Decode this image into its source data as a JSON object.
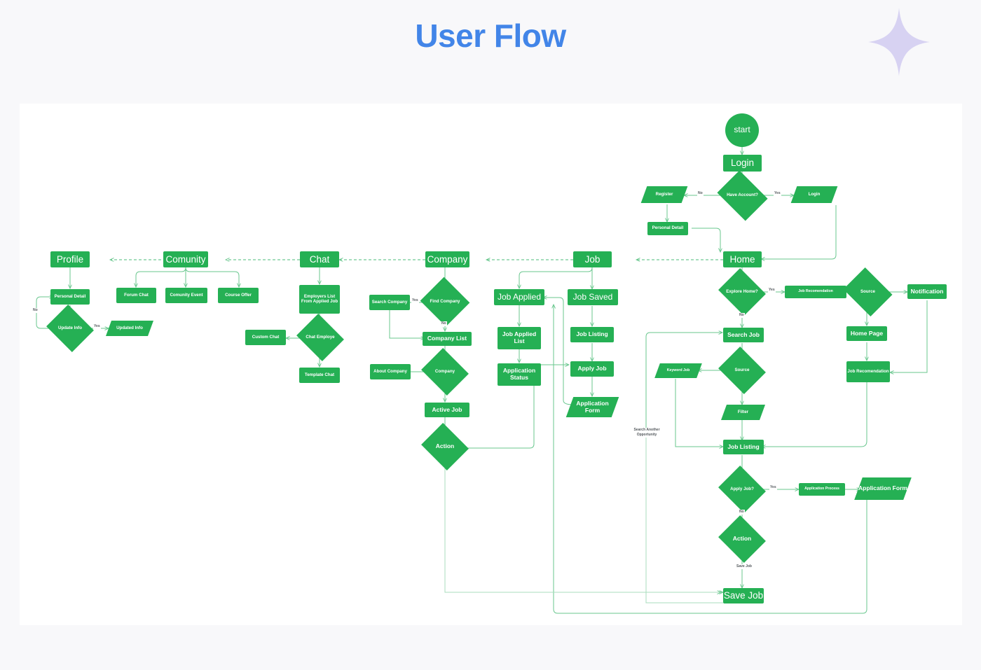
{
  "header": {
    "title": "User Flow",
    "title_color": "#4285e8",
    "sparkle_color": "#d7d2f2",
    "sparkle_icon": "four-point-star-icon"
  },
  "theme": {
    "node_fill": "#25b054",
    "node_text": "#ffffff",
    "edge_color": "#69c78e",
    "edge_label_color": "#555a5e",
    "canvas_bg": "#ffffff",
    "page_bg": "#f8f8fa"
  },
  "diagram": {
    "type": "flowchart",
    "title": "User Flow",
    "top_level": [
      "Profile",
      "Comunity",
      "Chat",
      "Company",
      "Job",
      "Home"
    ],
    "nodes": {
      "start": "start",
      "login_box": "Login",
      "have_account": "Have Account?",
      "register": "Register",
      "login_alt": "Login",
      "personal_detail_top": "Personal Detail",
      "home": "Home",
      "profile": "Profile",
      "personal_detail": "Personal Detail",
      "update_info": "Update Info",
      "updated_info": "Updated Info",
      "comunity": "Comunity",
      "forum_chat": "Forum Chat",
      "comunity_event": "Comunity Event",
      "course_offer": "Course Offer",
      "chat": "Chat",
      "employers_list": "Employers List From Applied Job",
      "chat_employe": "Chat Employe",
      "custom_chat": "Custom Chat",
      "template_chat": "Template Chat",
      "company": "Company",
      "find_company": "Find Company",
      "search_company": "Search Company",
      "company_list": "Company List",
      "company_diamond": "Company",
      "about_company": "About Company",
      "active_job": "Active Job",
      "action_company": "Action",
      "job": "Job",
      "job_applied": "Job Applied",
      "job_applied_list": "Job Applied List",
      "application_status": "Application Status",
      "job_saved": "Job Saved",
      "job_listing_left": "Job Listing",
      "apply_job": "Apply Job",
      "application_form_left": "Application Form",
      "explore_home": "Explore Home?",
      "job_recomendation_top": "Job Recomendation",
      "source_right": "Source",
      "notification": "Notification",
      "home_page": "Home Page",
      "job_recomendation_right": "Job Recomendation",
      "search_job": "Search Job",
      "source_mid": "Source",
      "keyword_job": "Keyword Job",
      "filter": "Filter",
      "job_listing_right": "Job Listing",
      "apply_job_q": "Apply Job?",
      "application_process": "Application Process",
      "application_form_right": "Application Form",
      "action_right": "Action",
      "save_job": "Save Job"
    },
    "edge_labels": {
      "no_account": "No",
      "yes_account": "Yes",
      "no_update": "No",
      "yes_update": "Yes",
      "yes_find_company": "Yes",
      "no_find_company": "No",
      "yes_explore": "Yes",
      "no_explore": "No",
      "yes_apply": "Yes",
      "no_apply": "No",
      "save_job_label": "Save Job",
      "search_another": "Search Another Opportunity"
    }
  }
}
